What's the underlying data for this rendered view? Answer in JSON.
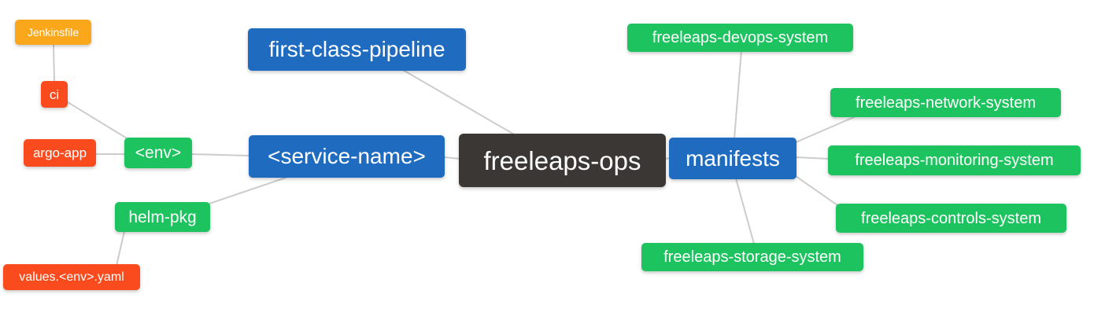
{
  "diagram": {
    "type": "mindmap",
    "root_id": "freeleaps_ops",
    "nodes": {
      "jenkinsfile": {
        "label": "Jenkinsfile",
        "color": "#fba71b"
      },
      "ci": {
        "label": "ci",
        "color": "#f94b1e"
      },
      "argo_app": {
        "label": "argo-app",
        "color": "#f94b1e"
      },
      "env": {
        "label": "<env>",
        "color": "#1dc35e"
      },
      "helm_pkg": {
        "label": "helm-pkg",
        "color": "#1dc35e"
      },
      "values_env_yaml": {
        "label": "values.<env>.yaml",
        "color": "#f94b1e"
      },
      "first_class_pipeline": {
        "label": "first-class-pipeline",
        "color": "#1e6bc0"
      },
      "service_name": {
        "label": "<service-name>",
        "color": "#1e6bc0"
      },
      "freeleaps_ops": {
        "label": "freeleaps-ops",
        "color": "#3b3734"
      },
      "manifests": {
        "label": "manifests",
        "color": "#1e6bc0"
      },
      "devops_system": {
        "label": "freeleaps-devops-system",
        "color": "#1dc35e"
      },
      "network_system": {
        "label": "freeleaps-network-system",
        "color": "#1dc35e"
      },
      "monitoring_system": {
        "label": "freeleaps-monitoring-system",
        "color": "#1dc35e"
      },
      "controls_system": {
        "label": "freeleaps-controls-system",
        "color": "#1dc35e"
      },
      "storage_system": {
        "label": "freeleaps-storage-system",
        "color": "#1dc35e"
      }
    },
    "edges": [
      {
        "from": "jenkinsfile",
        "to": "ci"
      },
      {
        "from": "ci",
        "to": "env"
      },
      {
        "from": "argo_app",
        "to": "env"
      },
      {
        "from": "env",
        "to": "service_name"
      },
      {
        "from": "helm_pkg",
        "to": "service_name"
      },
      {
        "from": "values_env_yaml",
        "to": "helm_pkg"
      },
      {
        "from": "first_class_pipeline",
        "to": "freeleaps_ops"
      },
      {
        "from": "service_name",
        "to": "freeleaps_ops"
      },
      {
        "from": "freeleaps_ops",
        "to": "manifests"
      },
      {
        "from": "manifests",
        "to": "devops_system"
      },
      {
        "from": "manifests",
        "to": "network_system"
      },
      {
        "from": "manifests",
        "to": "monitoring_system"
      },
      {
        "from": "manifests",
        "to": "controls_system"
      },
      {
        "from": "manifests",
        "to": "storage_system"
      }
    ]
  },
  "colors": {
    "blue": "#1e6bc0",
    "green": "#1dc35e",
    "red_orange": "#f94b1e",
    "orange": "#fba71b",
    "dark": "#3b3734",
    "edge_line": "#cccccc",
    "node_text": "#ffffff",
    "background": "#ffffff"
  }
}
